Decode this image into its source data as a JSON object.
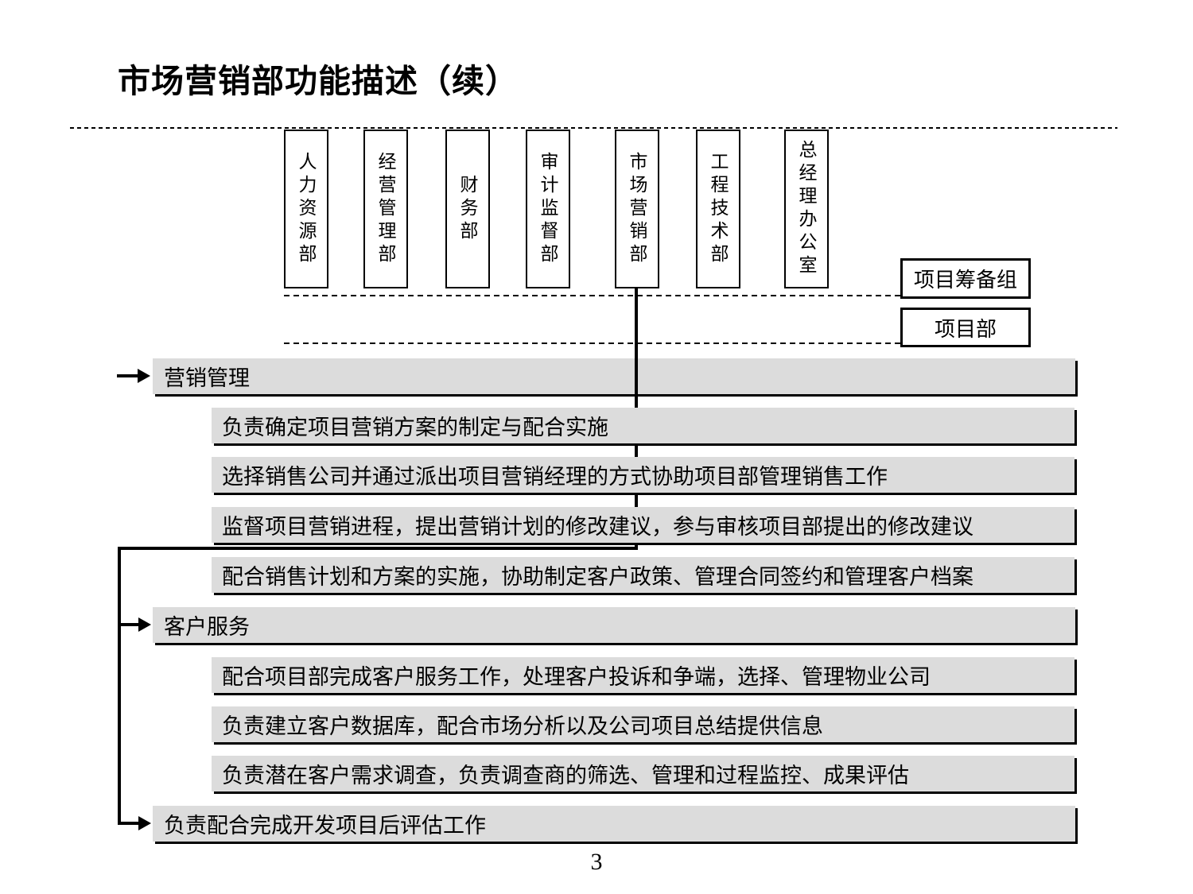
{
  "slide": {
    "title": "市场营销部功能描述（续）",
    "page_number": "3"
  },
  "org_chart": {
    "departments": [
      {
        "label": "人力资源部"
      },
      {
        "label": "经营管理部"
      },
      {
        "label": "财务部"
      },
      {
        "label": "审计监督部"
      },
      {
        "label": "市场营销部"
      },
      {
        "label": "工程技术部"
      },
      {
        "label": "总经理办公室"
      }
    ],
    "project_boxes": [
      {
        "label": "项目筹备组"
      },
      {
        "label": "项目部"
      }
    ]
  },
  "functions": [
    {
      "type": "category",
      "label": "营销管理"
    },
    {
      "type": "item",
      "label": "负责确定项目营销方案的制定与配合实施"
    },
    {
      "type": "item",
      "label": "选择销售公司并通过派出项目营销经理的方式协助项目部管理销售工作"
    },
    {
      "type": "item",
      "label": "监督项目营销进程，提出营销计划的修改建议，参与审核项目部提出的修改建议"
    },
    {
      "type": "item",
      "label": "配合销售计划和方案的实施，协助制定客户政策、管理合同签约和管理客户档案"
    },
    {
      "type": "category",
      "label": "客户服务"
    },
    {
      "type": "item",
      "label": "配合项目部完成客户服务工作，处理客户投诉和争端，选择、管理物业公司"
    },
    {
      "type": "item",
      "label": "负责建立客户数据库，配合市场分析以及公司项目总结提供信息"
    },
    {
      "type": "item",
      "label": "负责潜在客户需求调查，负责调查商的筛选、管理和过程监控、成果评估"
    },
    {
      "type": "category",
      "label": "负责配合完成开发项目后评估工作"
    }
  ],
  "colors": {
    "background": "#ffffff",
    "bar_fill": "#dcdcdc",
    "line_color": "#000000",
    "box_border": "#000000",
    "text_color": "#000000"
  }
}
